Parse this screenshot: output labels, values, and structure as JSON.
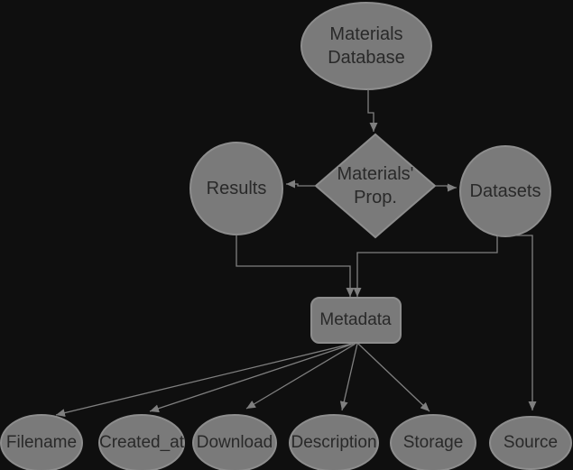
{
  "diagram": {
    "colors": {
      "bg": "#0f0f0f",
      "node-fill": "#7a7a7a",
      "node-border": "#8d8d8d",
      "edge": "#7f7f7f",
      "text": "#292929"
    },
    "nodes": [
      {
        "id": "materials-database",
        "shape": "ellipse",
        "label": "Materials\nDatabase"
      },
      {
        "id": "materials-prop",
        "shape": "diamond",
        "label": "Materials'\nProp."
      },
      {
        "id": "results",
        "shape": "circle",
        "label": "Results"
      },
      {
        "id": "datasets",
        "shape": "circle",
        "label": "Datasets"
      },
      {
        "id": "metadata",
        "shape": "rounded-rectangle",
        "label": "Metadata"
      },
      {
        "id": "filename",
        "shape": "ellipse",
        "label": "Filename"
      },
      {
        "id": "created-at",
        "shape": "ellipse",
        "label": "Created_at"
      },
      {
        "id": "download",
        "shape": "ellipse",
        "label": "Download"
      },
      {
        "id": "description",
        "shape": "ellipse",
        "label": "Description"
      },
      {
        "id": "storage",
        "shape": "ellipse",
        "label": "Storage"
      },
      {
        "id": "source",
        "shape": "ellipse",
        "label": "Source"
      }
    ],
    "edges": [
      {
        "from": "materials-database",
        "to": "materials-prop"
      },
      {
        "from": "materials-prop",
        "to": "results"
      },
      {
        "from": "materials-prop",
        "to": "datasets"
      },
      {
        "from": "results",
        "to": "metadata"
      },
      {
        "from": "datasets",
        "to": "metadata"
      },
      {
        "from": "datasets",
        "to": "source"
      },
      {
        "from": "metadata",
        "to": "filename"
      },
      {
        "from": "metadata",
        "to": "created-at"
      },
      {
        "from": "metadata",
        "to": "download"
      },
      {
        "from": "metadata",
        "to": "description"
      },
      {
        "from": "metadata",
        "to": "storage"
      }
    ]
  }
}
